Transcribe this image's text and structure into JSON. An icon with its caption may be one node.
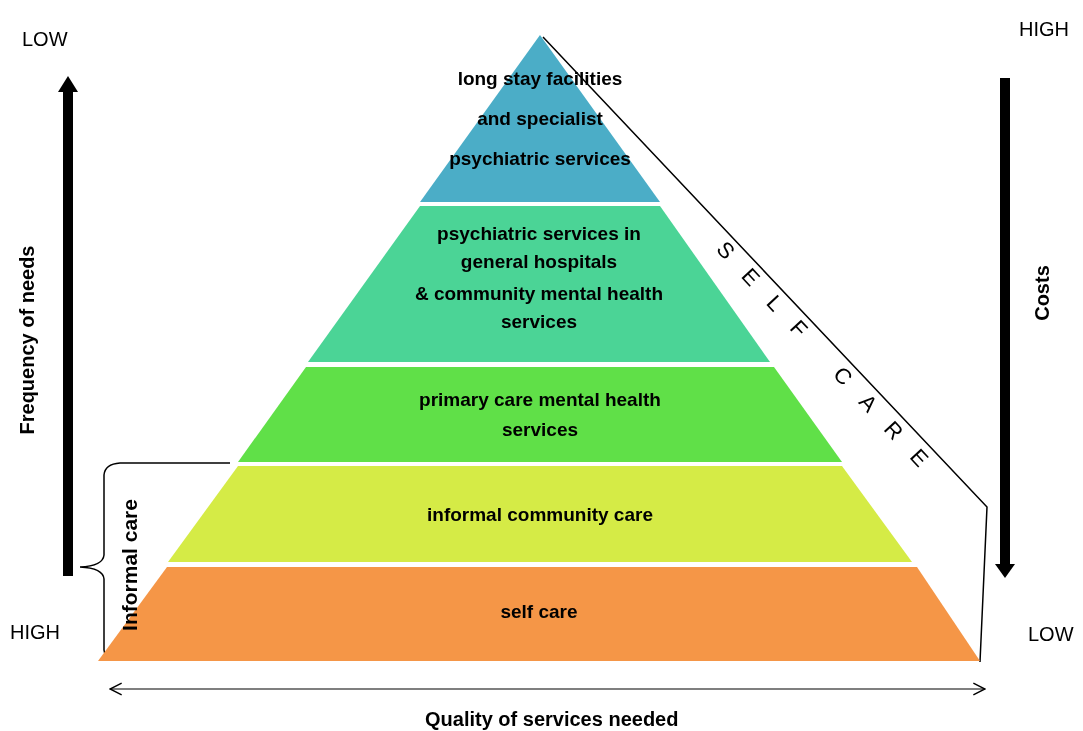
{
  "diagram": {
    "nodes": [
      {
        "text": [
          "long stay facilities and specialist psychiatric services"
        ]
      },
      {
        "text": [
          "psychiatric services in general hospitals",
          "& community mental health services"
        ]
      },
      {
        "text": [
          "primary care mental health services"
        ]
      },
      {
        "text": [
          "informal community care"
        ]
      },
      {
        "text": [
          "self care"
        ]
      }
    ],
    "labels": [
      "LOW",
      "HIGH",
      "Frequency of needs",
      "HIGH",
      "LOW",
      "Costs",
      "SELF CARE",
      "Informal care",
      "Quality of services needed"
    ]
  }
}
